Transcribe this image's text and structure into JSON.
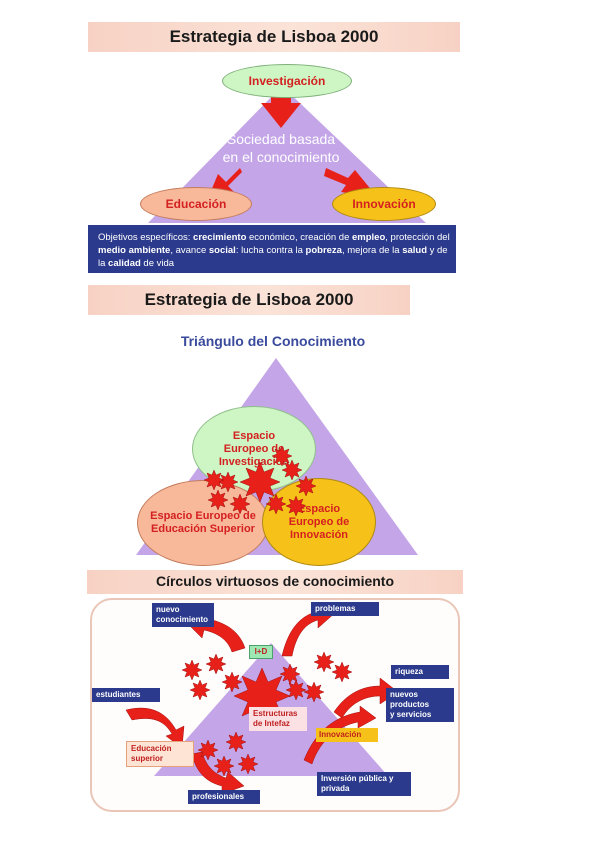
{
  "panel1": {
    "title": "Estrategia de Lisboa 2000",
    "center_text": "Sociedad basada en el conocimiento",
    "node_top": "Investigación",
    "node_left": "Educación",
    "node_right": "Innovación",
    "objectives": {
      "prefix": "Objetivos específicos: ",
      "b1": "crecimiento",
      "t1": " económico, creación de ",
      "b2": "empleo",
      "t2": ", protección del ",
      "b3": "medio ambiente",
      "t3": ", avance ",
      "b4": "social",
      "t4": ": lucha contra la ",
      "b5": "pobreza",
      "t5": ", mejora de la ",
      "b6": "salud",
      "t6": " y de la ",
      "b7": "calidad",
      "t7": " de vida"
    }
  },
  "panel2": {
    "title": "Estrategia de Lisboa 2000",
    "subtitle": "Triángulo del Conocimiento",
    "circle_top": "Espacio Europeo de Investigación",
    "circle_left": "Espacio Europeo de Educación Superior",
    "circle_right": "Espacio Europeo de Innovación"
  },
  "panel3": {
    "title": "Círculos virtuosos de conocimiento",
    "label_nuevo_conocimiento": "nuevo\nconocimiento",
    "label_problemas": "problemas",
    "label_id": "I+D",
    "label_riqueza": "riqueza",
    "label_nuevos_productos": "nuevos\nproductos\ny servicios",
    "label_estudiantes": "estudiantes",
    "label_estructuras": "Estructuras de Intefaz",
    "label_innovacion": "Innovación",
    "label_educacion_superior": "Educación\nsuperior",
    "label_inversion": "Inversión pública y\nprivada",
    "label_profesionales": "profesionales"
  },
  "colors": {
    "triangle": "#c4a6e8",
    "arrow_red": "#e8201a",
    "tag_blue": "#2b3a8c",
    "green": "#cef5c4",
    "peach": "#f8b89a",
    "orange": "#f6c21a"
  }
}
